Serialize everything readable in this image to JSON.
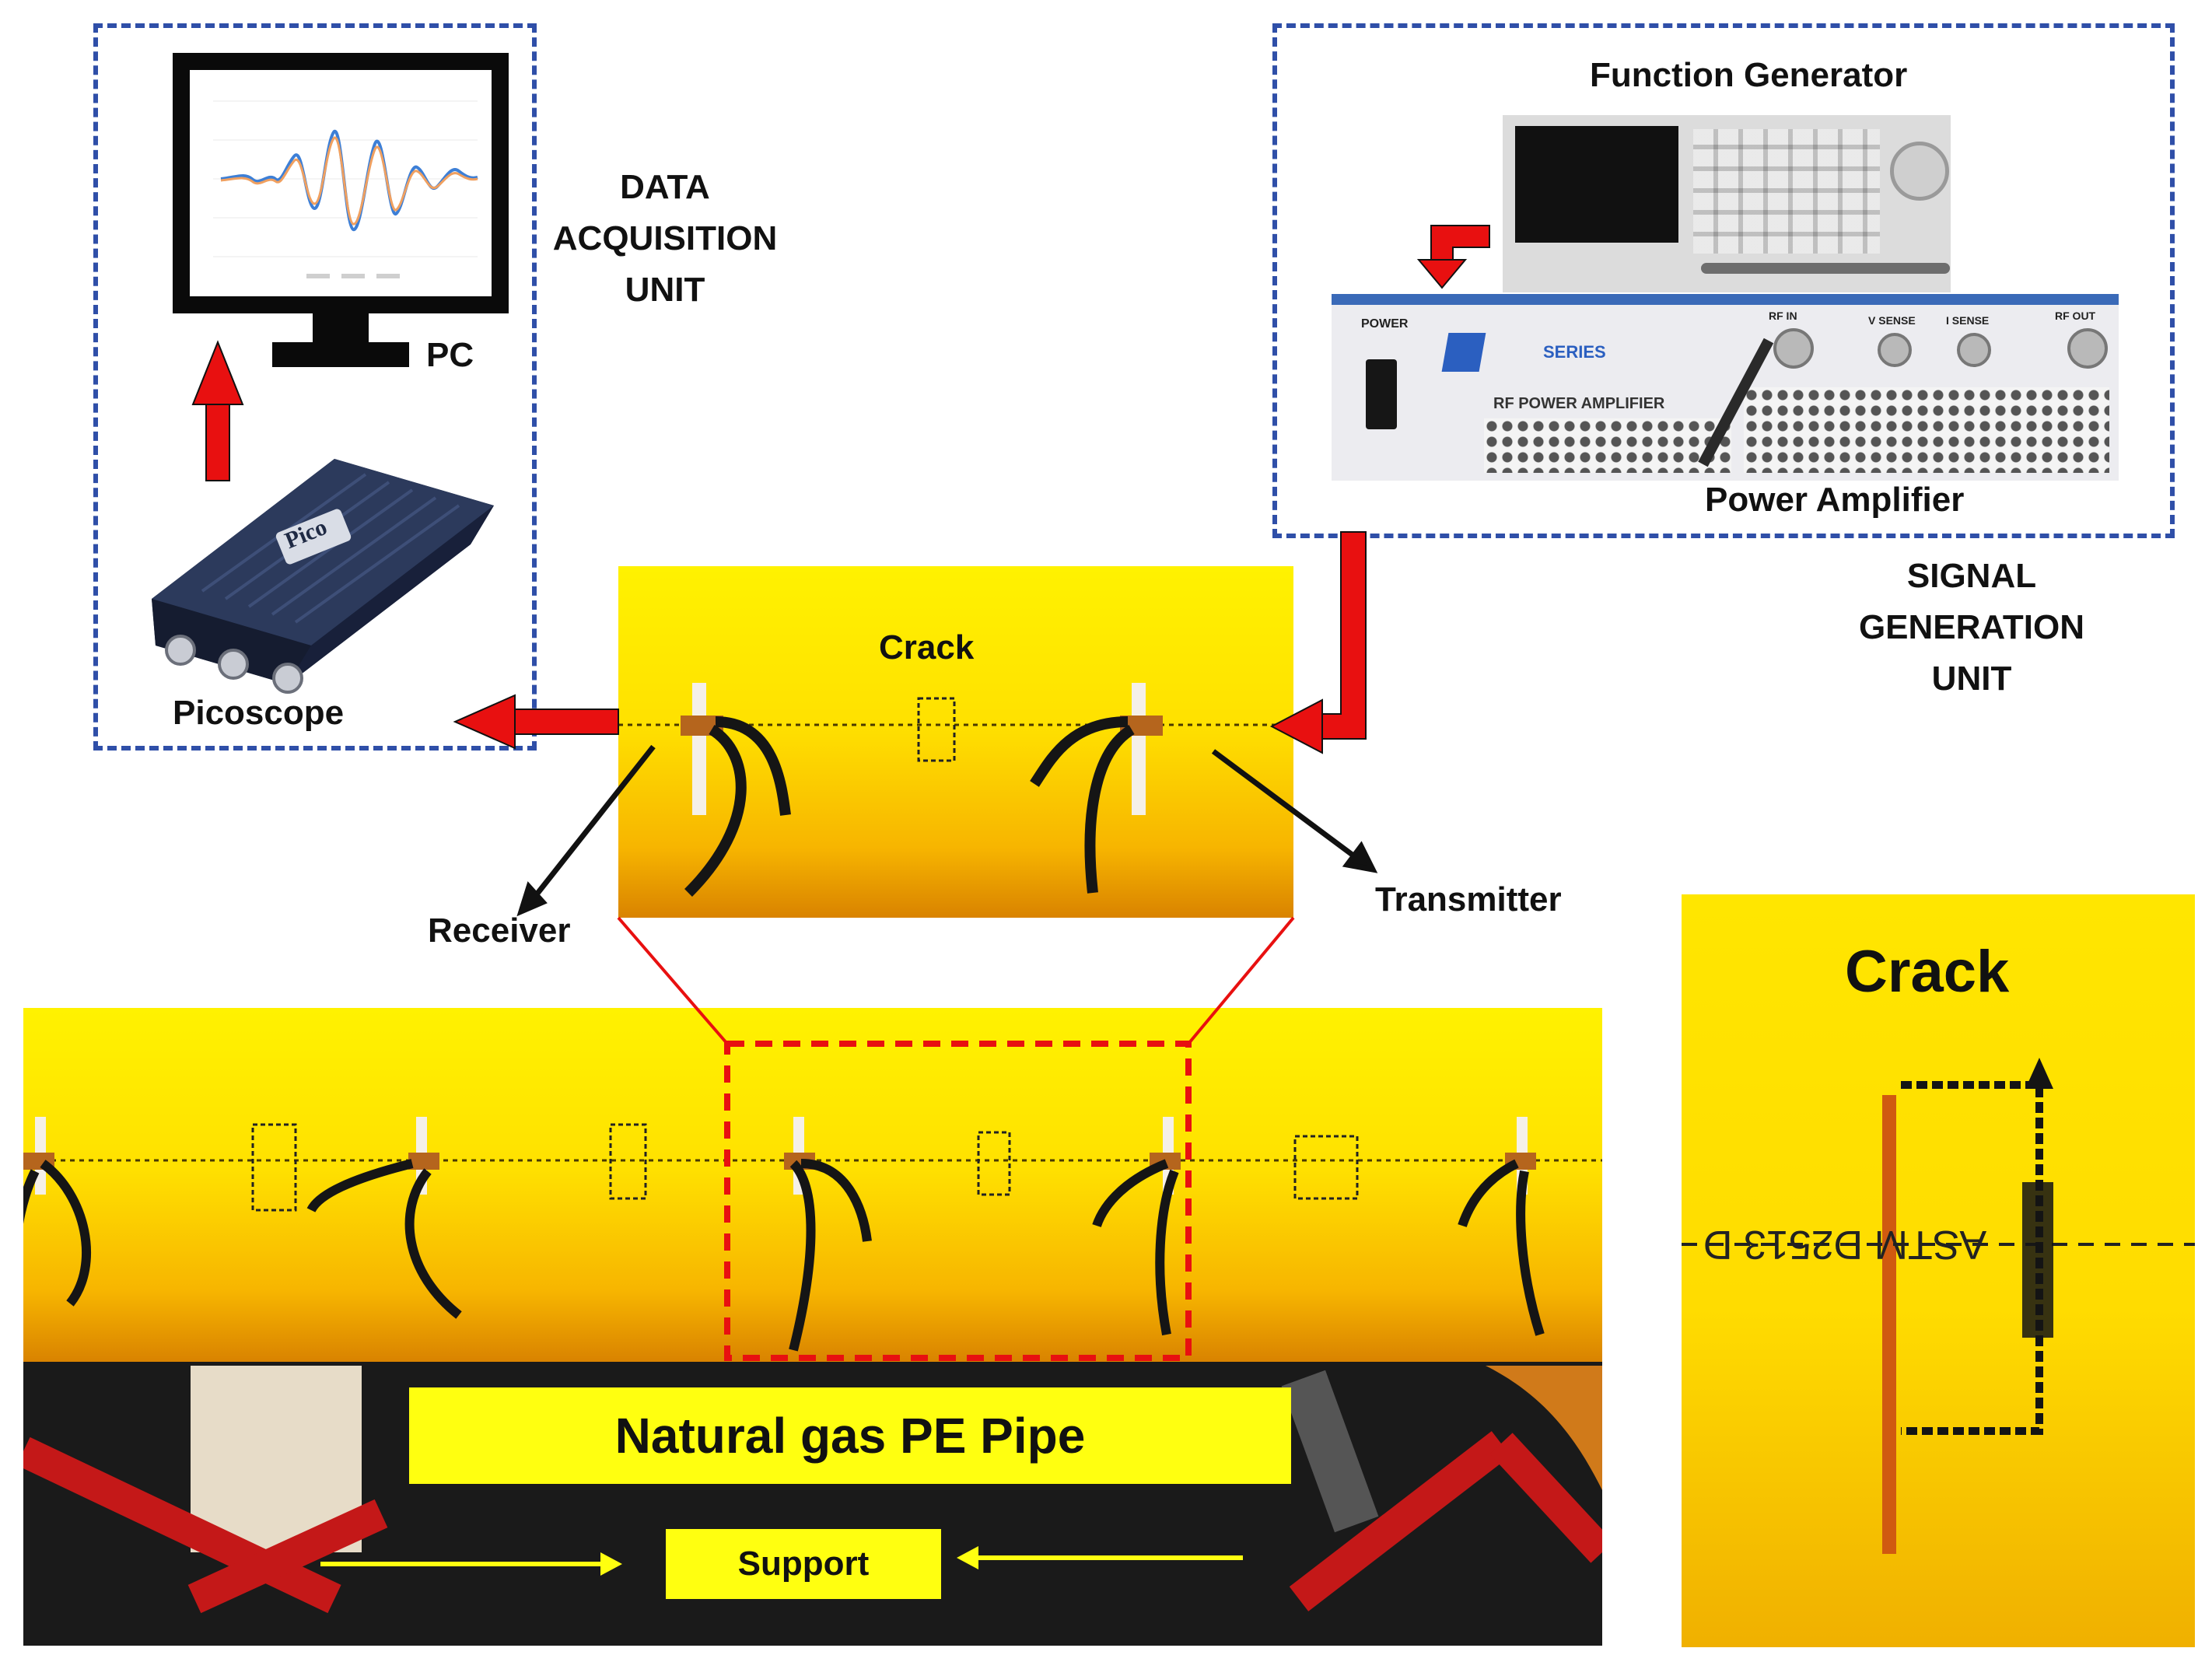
{
  "labels": {
    "data_acquisition_line1": "DATA",
    "data_acquisition_line2": "ACQUISITION",
    "data_acquisition_line3": "UNIT",
    "pc": "PC",
    "picoscope": "Picoscope",
    "function_generator": "Function Generator",
    "power_amplifier": "Power Amplifier",
    "signal_generation_line1": "SIGNAL",
    "signal_generation_line2": "GENERATION",
    "signal_generation_line3": "UNIT",
    "crack_center": "Crack",
    "receiver": "Receiver",
    "transmitter": "Transmitter",
    "crack_detail": "Crack",
    "pipe_banner": "Natural gas PE Pipe",
    "support": "Support"
  },
  "device_text": {
    "picoscope_brand": "Pico",
    "amp_power": "POWER",
    "amp_series": "SERIES",
    "amp_name": "RF POWER AMPLIFIER",
    "amp_rf_in": "RF IN",
    "amp_v_sense": "V SENSE",
    "amp_i_sense": "I SENSE",
    "amp_rf_out": "RF OUT",
    "pipe_print": "ASTM D2513 D"
  },
  "colors": {
    "dash_blue": "#2f4fa8",
    "arrow_red": "#e81010",
    "pipe_yellow": "#ffe600",
    "banner_yellow": "#ffff10",
    "zoom_red": "#e81010"
  }
}
